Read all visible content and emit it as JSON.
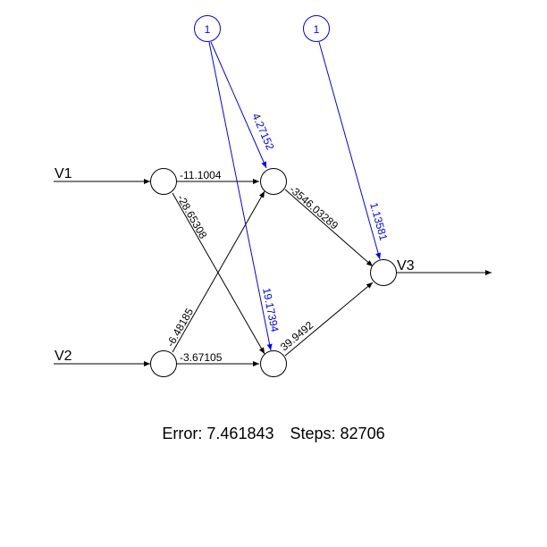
{
  "colors": {
    "weight": "#000000",
    "bias": "#0000ff",
    "background": "#ffffff"
  },
  "nodes": {
    "input_1": "V1",
    "input_2": "V2",
    "output": "V3",
    "bias_1": "1",
    "bias_2": "1"
  },
  "weights": {
    "v1_h1": "-11.1004",
    "v1_h2": "-28.65308",
    "v2_h1": "-6.48185",
    "v2_h2": "-3.67105",
    "h1_out": "-3546.03289",
    "h2_out": "39.9492"
  },
  "bias_weights": {
    "b1_h1": "4.27152",
    "b1_h2": "19.17394",
    "b2_out": "1.13581"
  },
  "footer": {
    "error_label": "Error:",
    "error_value": "7.461843",
    "steps_label": "Steps:",
    "steps_value": "82706"
  }
}
